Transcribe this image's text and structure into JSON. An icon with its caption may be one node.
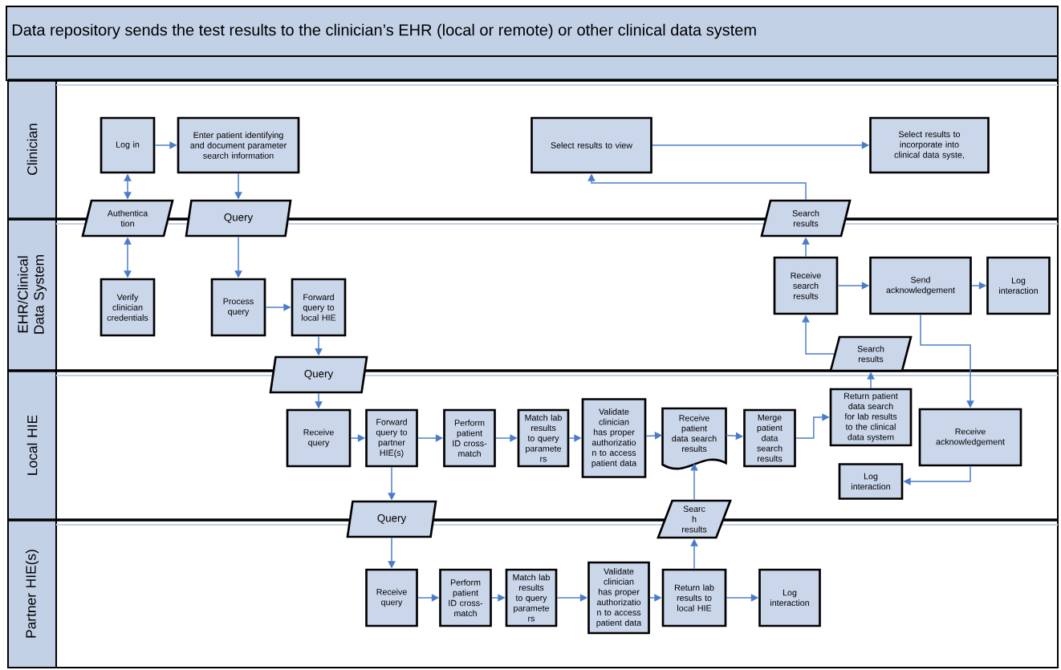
{
  "diagram": {
    "title": "Data repository sends the test results to the clinician’s EHR (local or remote) or other clinical data system",
    "nodes": [
      {
        "text": [
          "Clinician"
        ]
      },
      {
        "text": [
          "EHR/Clinical Data System"
        ]
      },
      {
        "text": [
          "Local HIE"
        ]
      },
      {
        "text": [
          "Partner HIE(s)"
        ]
      },
      {
        "text": [
          "Log in"
        ],
        "in": 0
      },
      {
        "text": [
          "Enter patient identifying and document parameter search information"
        ],
        "in": 0
      },
      {
        "text": [
          "Select results to view"
        ],
        "in": 0
      },
      {
        "text": [
          "Select results to incorporate into clinical data syste,"
        ],
        "in": 0
      },
      {
        "text": [
          "Authentica tion"
        ]
      },
      {
        "text": [
          "Query"
        ]
      },
      {
        "text": [
          "Search results"
        ]
      },
      {
        "text": [
          "Verify clinician credentials"
        ],
        "in": 1
      },
      {
        "text": [
          "Process query"
        ],
        "in": 1
      },
      {
        "text": [
          "Forward query to local HIE"
        ],
        "in": 1
      },
      {
        "text": [
          "Receive search results"
        ],
        "in": 1
      },
      {
        "text": [
          "Send acknowledgement"
        ],
        "in": 1
      },
      {
        "text": [
          "Log interaction"
        ],
        "in": 1
      },
      {
        "text": [
          "Query"
        ]
      },
      {
        "text": [
          "Search results"
        ],
        "in": 1
      },
      {
        "text": [
          "Receive query"
        ],
        "in": 2
      },
      {
        "text": [
          "Forward query to partner HIE(s)"
        ],
        "in": 2
      },
      {
        "text": [
          "Perform patient ID cross-match"
        ],
        "in": 2
      },
      {
        "text": [
          "Match lab results to query paramete rs"
        ],
        "in": 2
      },
      {
        "text": [
          "Validate clinician has proper authorizatio n to access patient data"
        ],
        "in": 2
      },
      {
        "text": [
          "Receive patient data search results"
        ],
        "in": 2
      },
      {
        "text": [
          "Merge patient data search results"
        ],
        "in": 2
      },
      {
        "text": [
          "Return patient data search for lab results to the clinical data system"
        ],
        "in": 2
      },
      {
        "text": [
          "Receive acknowledgement"
        ],
        "in": 2
      },
      {
        "text": [
          "Log interaction"
        ],
        "in": 2
      },
      {
        "text": [
          "Query"
        ]
      },
      {
        "text": [
          "Searc h results"
        ]
      },
      {
        "text": [
          "Receive query"
        ],
        "in": 3
      },
      {
        "text": [
          "Perform patient ID cross-match"
        ],
        "in": 3
      },
      {
        "text": [
          "Match lab results to query paramete rs"
        ],
        "in": 3
      },
      {
        "text": [
          "Validate clinician has proper authorizatio n to access patient data"
        ],
        "in": 3
      },
      {
        "text": [
          "Return lab results to local HIE"
        ],
        "in": 3
      },
      {
        "text": [
          "Log interaction"
        ],
        "in": 3
      }
    ],
    "edges": [
      {
        "from": 4,
        "to": 8,
        "arrow": "both"
      },
      {
        "from": 8,
        "to": 11,
        "arrow": "both"
      },
      {
        "from": 4,
        "to": 5,
        "arrow": "to"
      },
      {
        "from": 5,
        "to": 9,
        "arrow": "to"
      },
      {
        "from": 9,
        "to": 12,
        "arrow": "to"
      },
      {
        "from": 12,
        "to": 13,
        "arrow": "to"
      },
      {
        "from": 13,
        "to": 17,
        "arrow": "to"
      },
      {
        "from": 17,
        "to": 19,
        "arrow": "to"
      },
      {
        "from": 19,
        "to": 20,
        "arrow": "to"
      },
      {
        "from": 20,
        "to": 21,
        "arrow": "to"
      },
      {
        "from": 21,
        "to": 22,
        "arrow": "to"
      },
      {
        "from": 22,
        "to": 23,
        "arrow": "to"
      },
      {
        "from": 23,
        "to": 24,
        "arrow": "to"
      },
      {
        "from": 24,
        "to": 25,
        "arrow": "to"
      },
      {
        "from": 25,
        "to": 26,
        "arrow": "to"
      },
      {
        "from": 26,
        "to": 18,
        "arrow": "to"
      },
      {
        "from": 18,
        "to": 14,
        "arrow": "to"
      },
      {
        "from": 14,
        "to": 10,
        "arrow": "to"
      },
      {
        "from": 10,
        "to": 6,
        "arrow": "to"
      },
      {
        "from": 6,
        "to": 7,
        "arrow": "to"
      },
      {
        "from": 14,
        "to": 15,
        "arrow": "to"
      },
      {
        "from": 15,
        "to": 16,
        "arrow": "to"
      },
      {
        "from": 15,
        "to": 27,
        "arrow": "to"
      },
      {
        "from": 27,
        "to": 28,
        "arrow": "to"
      },
      {
        "from": 20,
        "to": 29,
        "arrow": "to"
      },
      {
        "from": 29,
        "to": 31,
        "arrow": "to"
      },
      {
        "from": 31,
        "to": 32,
        "arrow": "to"
      },
      {
        "from": 32,
        "to": 33,
        "arrow": "to"
      },
      {
        "from": 33,
        "to": 34,
        "arrow": "to"
      },
      {
        "from": 34,
        "to": 35,
        "arrow": "to"
      },
      {
        "from": 35,
        "to": 30,
        "arrow": "to"
      },
      {
        "from": 30,
        "to": 24,
        "arrow": "to"
      },
      {
        "from": 35,
        "to": 36,
        "arrow": "to"
      }
    ]
  }
}
